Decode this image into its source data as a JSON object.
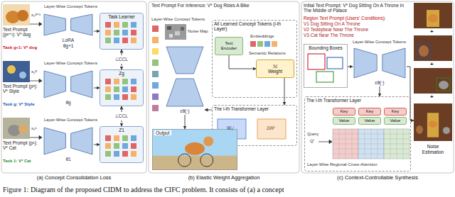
{
  "diagram": {
    "caption": "Figure 1: Diagram of the proposed CIDM to address the CIFC problem. It consists of (a) a concept",
    "nodes": [
      {
        "text": [
          "LoRA",
          "θg+1"
        ]
      },
      {
        "text": [
          "Task Learner"
        ]
      },
      {
        "text": [
          "θg"
        ]
      },
      {
        "text": [
          "Zg"
        ]
      },
      {
        "text": [
          "θ1"
        ]
      },
      {
        "text": [
          "Z1"
        ]
      },
      {
        "text": [
          "εθ(·)"
        ]
      },
      {
        "text": [
          "All Learned Concept Tokens (l-th Layer)"
        ]
      },
      {
        "text": [
          "Text Encoder"
        ],
        "in": 7
      },
      {
        "text": [
          "ℳ",
          "Weight"
        ],
        "in": 7
      },
      {
        "text": [
          "The l-th Transformer Layer"
        ]
      },
      {
        "text": [
          "Output"
        ]
      },
      {
        "text": [
          "Bounding Boxes"
        ]
      },
      {
        "text": [
          "εθ(·)"
        ]
      },
      {
        "text": [
          "The l-th Transformer Layer"
        ]
      },
      {
        "text": [
          "Key"
        ],
        "in": 14
      },
      {
        "text": [
          "Value"
        ],
        "in": 14
      },
      {
        "text": [
          "Key"
        ],
        "in": 14
      },
      {
        "text": [
          "Value"
        ],
        "in": 14
      },
      {
        "text": [
          "Key"
        ],
        "in": 14
      },
      {
        "text": [
          "Value"
        ],
        "in": 14
      },
      {
        "text": [
          "Noise Estimation"
        ]
      }
    ],
    "edges": [
      {
        "from": 0,
        "to": 1,
        "arrow": "to"
      },
      {
        "from": 2,
        "to": 3,
        "arrow": "to"
      },
      {
        "from": 4,
        "to": 5,
        "arrow": "to"
      },
      {
        "from": 1,
        "to": 3,
        "label": "ℒCCL",
        "arrow": "both"
      },
      {
        "from": 3,
        "to": 5,
        "label": "ℒCCL",
        "arrow": "both"
      },
      {
        "from": 8,
        "to": 9,
        "arrow": "to"
      },
      {
        "from": 9,
        "to": 10,
        "arrow": "to"
      },
      {
        "from": 10,
        "to": 6,
        "arrow": "to"
      },
      {
        "from": 6,
        "to": 11,
        "arrow": "to"
      },
      {
        "from": 12,
        "to": 13,
        "arrow": "to"
      },
      {
        "from": 13,
        "to": 21,
        "arrow": "to"
      },
      {
        "from": 13,
        "to": 14,
        "arrow": "to"
      }
    ],
    "labels": [
      "Text Prompt (pᵍ⁺¹): V* dog",
      "Task g+1: V* dog",
      "Layer-Wise Concept Tokens",
      "Text Prompt (pᵍ): V* Style",
      "Task g: V* Style",
      "Layer-Wise Concept Tokens",
      "Text Prompt (p¹): V* Cat",
      "Task 1: V* Cat",
      "Layer-Wise Concept Tokens",
      "x₀ᵍ⁺¹",
      "x₀ᵍ",
      "x₀¹",
      "(a) Concept Consolidation Loss",
      "Text Prompt For Inference: V* Dog Rides A Bike",
      "Noise Map",
      "Layer-Wise Concept Tokens",
      "Embeddings",
      "Semantic Relations",
      "W₀ˡ",
      "ΔWˡ",
      "(b) Elastic Weight Aggregation",
      "Initial Text Prompt: V* Dog Sitting On A Throne In The Middle of Palace",
      "Region Text Prompt (Users' Conditions):",
      "V1 Dog Sitting On A Throne",
      "V2 Teddybear Near The Throne",
      "V3 Cat Near The Throne",
      "Layer-Wise Concept Tokens",
      "Query",
      "Qˡ",
      "Layer-Wise Regional Cross-Attention",
      "(c) Context-Controllable Synthesis",
      "+",
      "+",
      "+"
    ]
  }
}
